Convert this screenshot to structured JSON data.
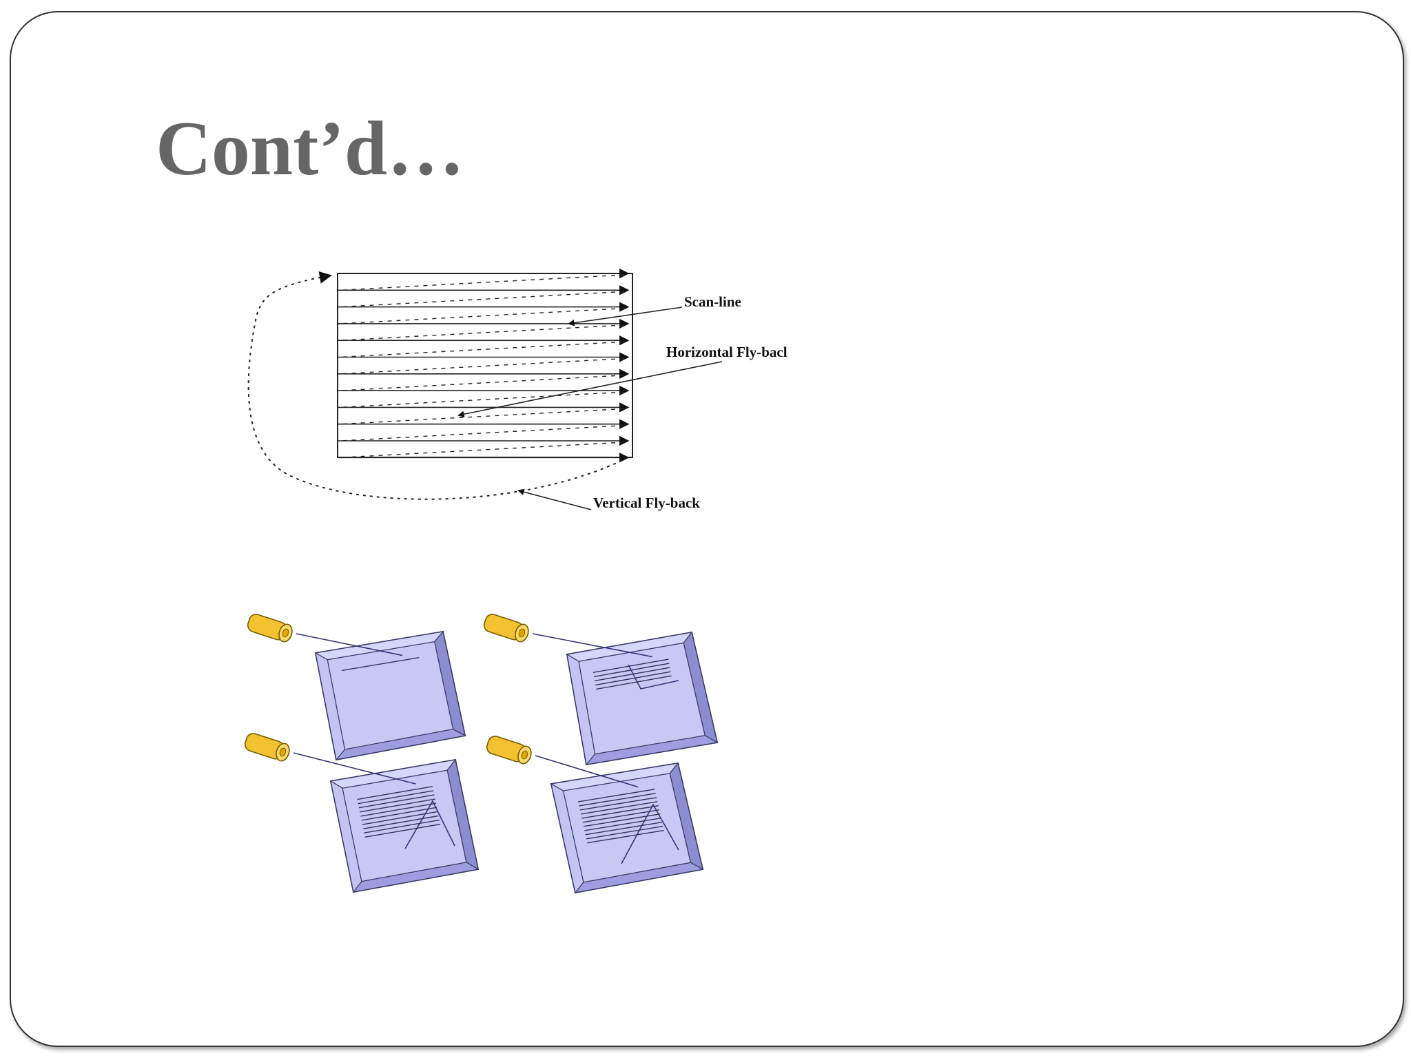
{
  "slide": {
    "title": "Cont’d…"
  },
  "raster_diagram": {
    "labels": {
      "scan_line": "Scan-line",
      "horizontal_flyback": "Horizontal Fly-bacl",
      "vertical_flyback": "Vertical Fly-back"
    }
  },
  "colors": {
    "title": "#666666",
    "screen_fill": "#c8c8f5",
    "screen_edge": "#3a3a66",
    "gun": "#f2c230",
    "beam": "#333377"
  }
}
